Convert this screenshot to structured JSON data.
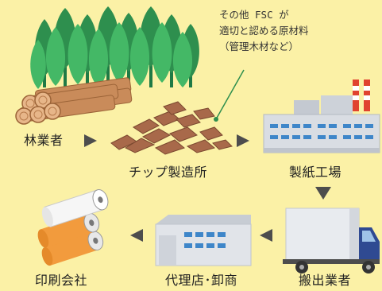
{
  "nodes": {
    "forestry": "林業者",
    "chip_mill": "チップ製造所",
    "paper_mill": "製紙工場",
    "transporter": "搬出業者",
    "agent_wholesaler": "代理店･卸商",
    "printer": "印刷会社"
  },
  "note": {
    "line1": "その他 FSC が",
    "line2": "適切と認める原材料",
    "line3": "（管理木材など）"
  },
  "colors": {
    "background": "#fbf1a6",
    "arrow": "#4d4d4d",
    "tree": "#2e9d5b",
    "log": "#c98b5a",
    "chip": "#a8694a",
    "factory": "#d9dde3",
    "truck_cab": "#2f4a92",
    "chimney_red": "#e0432f",
    "paper_roll_orange": "#f29b3d"
  }
}
